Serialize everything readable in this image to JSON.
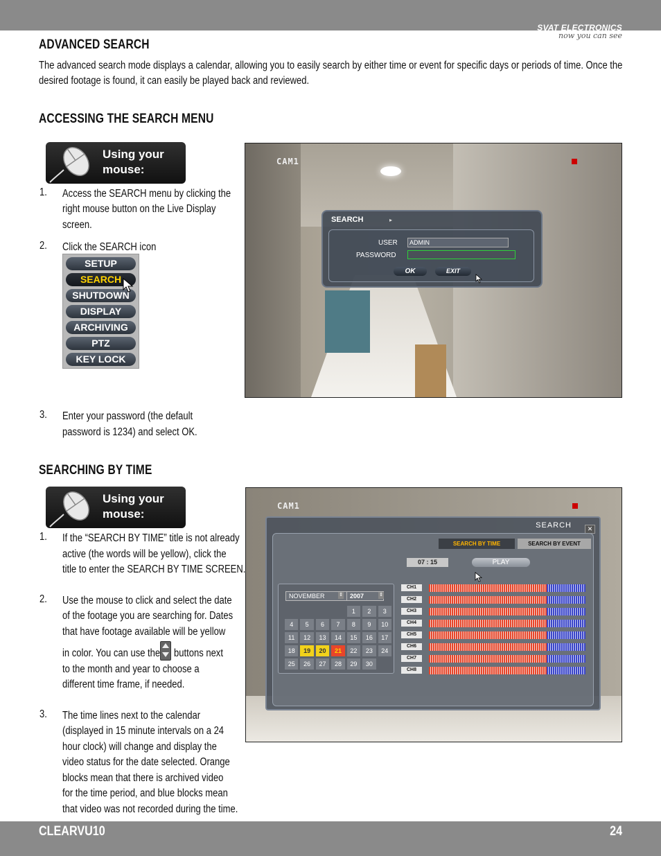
{
  "header": {
    "brand": "SVAT ELECTRONICS",
    "tagline": "now you can see"
  },
  "sections": {
    "advanced": {
      "title": "ADVANCED SEARCH",
      "lines": [
        "The advanced search mode displays a calendar, allowing you to easily search by either time or event for specific days or periods of time.  Once the",
        "desired footage is found, it can easily be played back and reviewed."
      ]
    },
    "accessing": {
      "title": "ACCESSING THE SEARCH MENU",
      "mouse_label_1": "Using your",
      "mouse_label_2": "mouse:",
      "step1": {
        "num": "1.",
        "lines": [
          "Access the SEARCH menu by clicking the",
          "right mouse button on the Live Display",
          "screen."
        ]
      },
      "step2": {
        "num": "2.",
        "lines": [
          "Click the SEARCH icon"
        ]
      },
      "step3": {
        "num": "3.",
        "lines": [
          "Enter your password (the default",
          "password is 1234) and select OK."
        ]
      },
      "menu": [
        "SETUP",
        "SEARCH",
        "SHUTDOWN",
        "DISPLAY",
        "ARCHIVING",
        "PTZ",
        "KEY LOCK"
      ]
    },
    "bytime": {
      "title": "SEARCHING BY TIME",
      "mouse_label_1": "Using your",
      "mouse_label_2": "mouse:",
      "step1": {
        "num": "1.",
        "lines": [
          "If the “SEARCH BY TIME” title is not already",
          "active (the words will be yellow), click the",
          "title to enter the SEARCH BY TIME SCREEN."
        ]
      },
      "step2": {
        "num": "2.",
        "lines": [
          "Use the mouse to click and select the date",
          "of the footage you are searching for.  Dates",
          "that have footage available will be yellow"
        ],
        "line4_a": "in color.  You can use the",
        "line4_b": "buttons next",
        "lines2": [
          "to the month and year to choose a",
          " different time frame, if needed."
        ]
      },
      "step3": {
        "num": "3.",
        "lines": [
          "The time lines next to the calendar",
          "(displayed in 15 minute intervals on a 24",
          "hour clock) will change and display the",
          "video status for the date selected.  Orange",
          "blocks mean that there is archived video",
          "for the time period, and blue blocks mean",
          "that video was not recorded during the time."
        ]
      }
    }
  },
  "screen1": {
    "cam": "CAM1",
    "title": "SEARCH",
    "user_label": "USER",
    "user_value": "ADMIN",
    "password_label": "PASSWORD",
    "ok": "OK",
    "exit": "EXIT"
  },
  "screen2": {
    "cam": "CAM1",
    "title": "SEARCH",
    "tab_time": "SEARCH BY TIME",
    "tab_event": "SEARCH BY EVENT",
    "time": "07 : 15",
    "play": "PLAY",
    "month": "NOVEMBER",
    "year": "2007",
    "channels": [
      "CH1",
      "CH2",
      "CH3",
      "CH4",
      "CH5",
      "CH6",
      "CH7",
      "CH8"
    ],
    "cal_rows": [
      [
        "",
        "",
        "",
        "",
        "1",
        "2",
        "3"
      ],
      [
        "4",
        "5",
        "6",
        "7",
        "8",
        "9",
        "10"
      ],
      [
        "11",
        "12",
        "13",
        "14",
        "15",
        "16",
        "17"
      ],
      [
        "18",
        "19",
        "20",
        "21",
        "22",
        "23",
        "24"
      ],
      [
        "25",
        "26",
        "27",
        "28",
        "29",
        "30",
        ""
      ]
    ],
    "yellow_days": [
      "19",
      "20"
    ],
    "selected_day": "21",
    "colors": {
      "archived": "#e8452a",
      "not_recorded": "#3a45c8",
      "active_tab": "#ffb400"
    }
  },
  "footer": {
    "model": "CLEARVU10",
    "page": "24"
  }
}
